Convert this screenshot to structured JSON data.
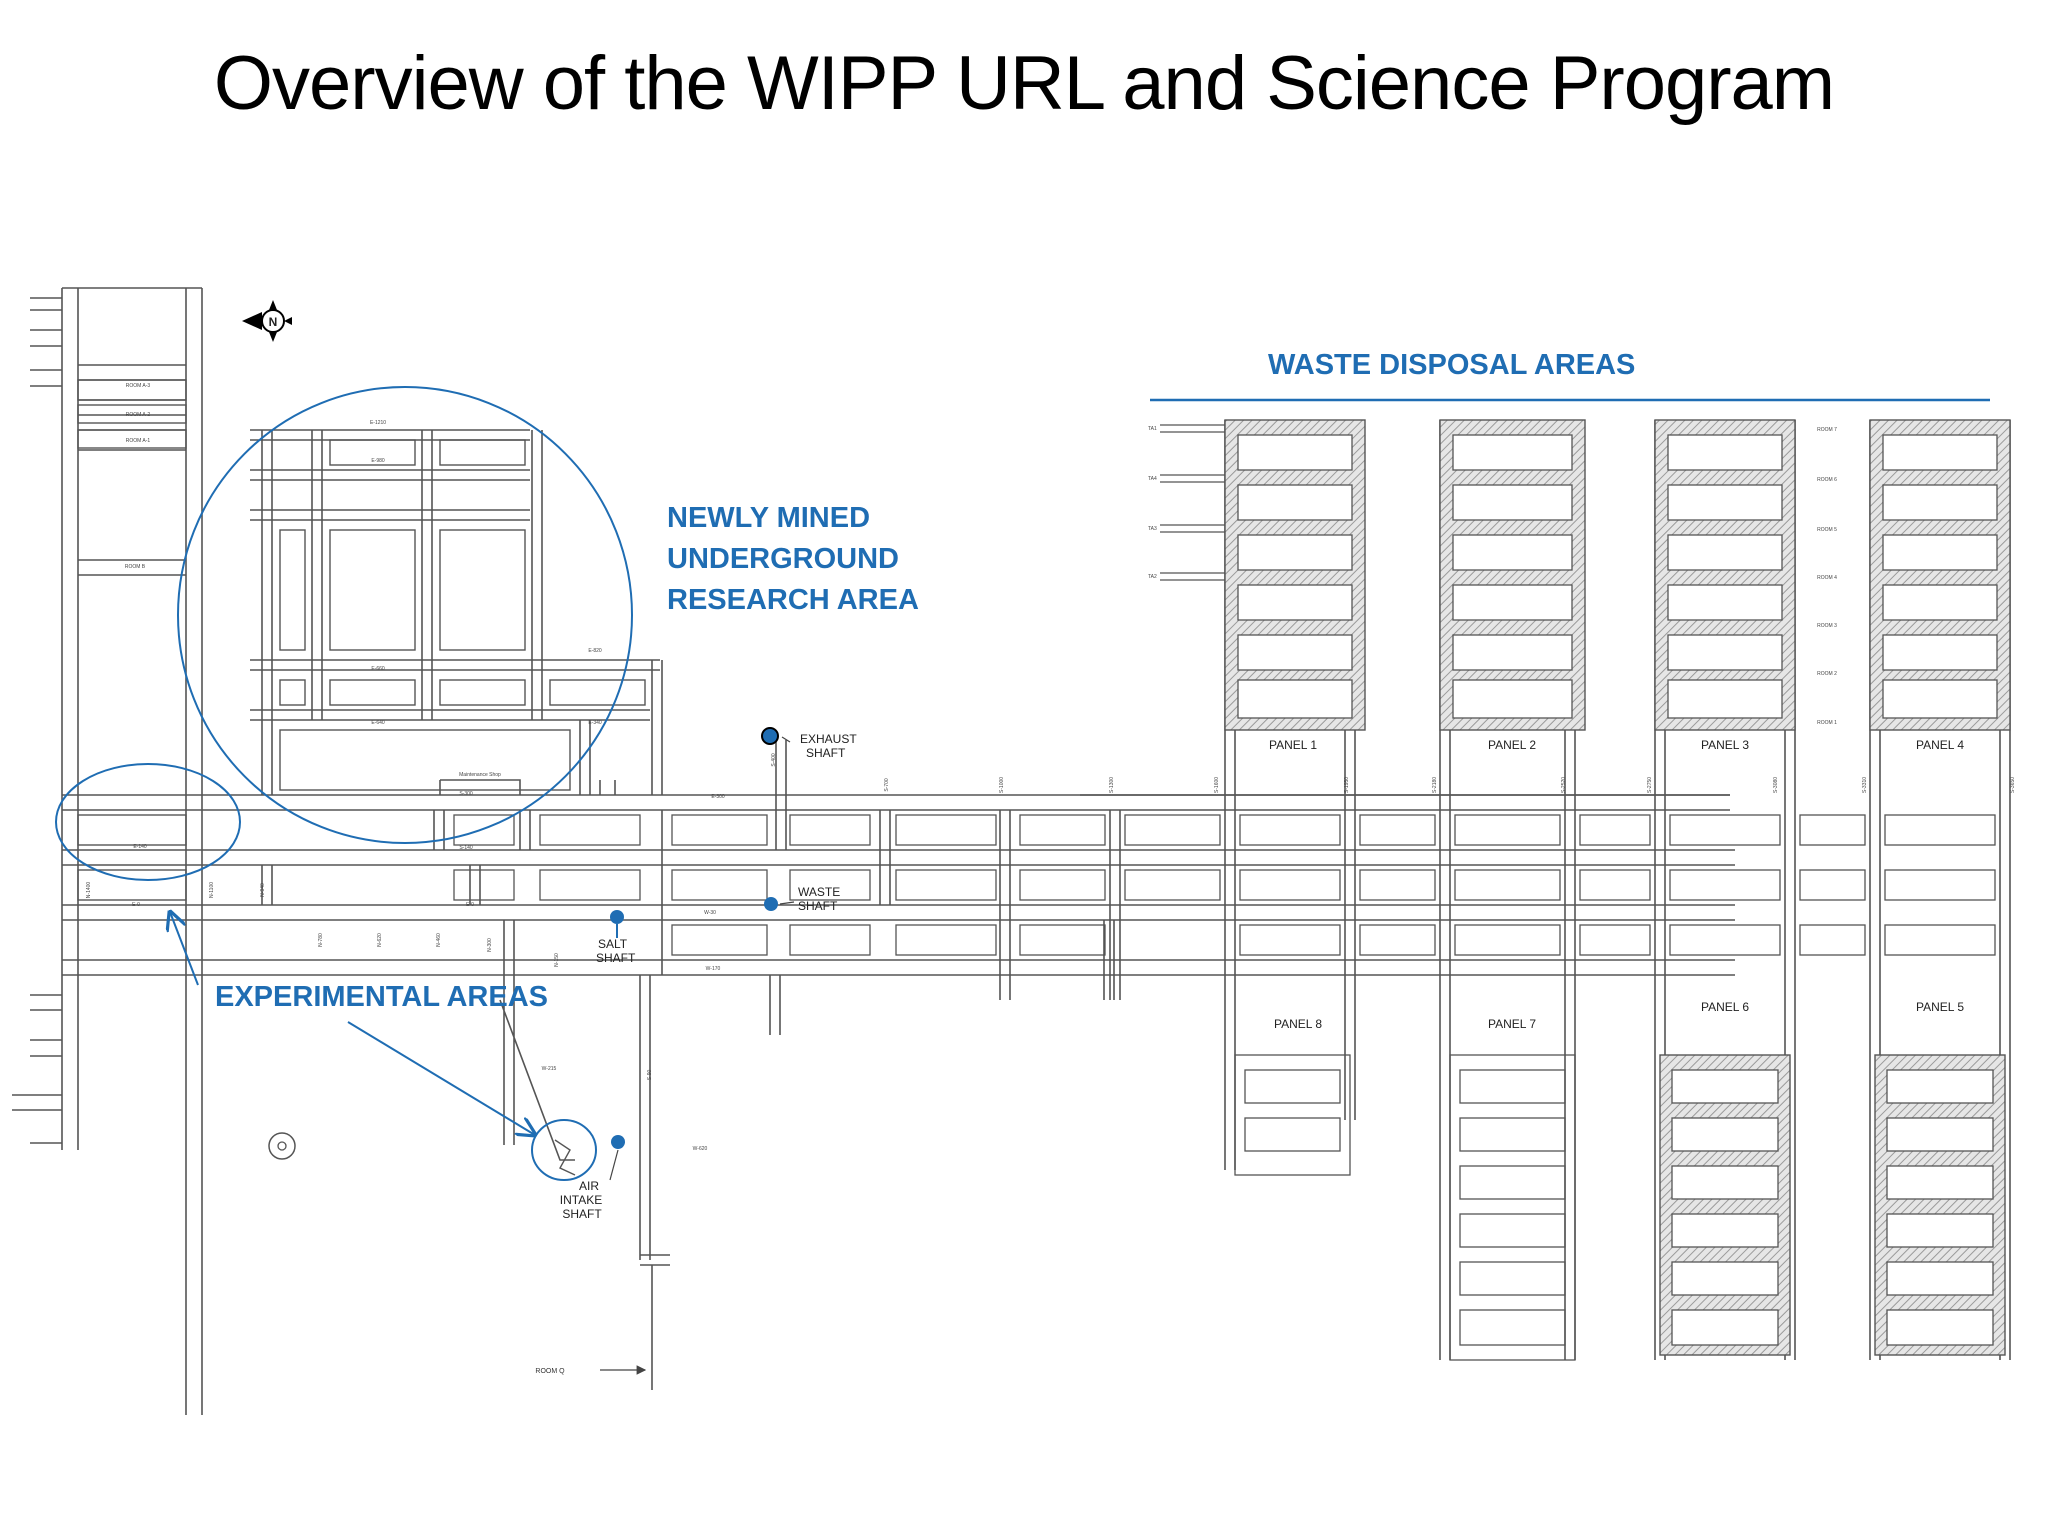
{
  "slide": {
    "title": "Overview of the WIPP URL and Science Program"
  },
  "callouts": {
    "waste_disposal": "WASTE DISPOSAL AREAS",
    "newly_mined_lines": [
      "NEWLY MINED",
      "UNDERGROUND",
      "RESEARCH AREA"
    ],
    "experimental": "EXPERIMENTAL AREAS"
  },
  "shafts": {
    "exhaust": [
      "EXHAUST",
      "SHAFT"
    ],
    "waste": [
      "WASTE",
      "SHAFT"
    ],
    "salt": [
      "SALT",
      "SHAFT"
    ],
    "air_intake": [
      "AIR",
      "INTAKE",
      "SHAFT"
    ]
  },
  "panels": {
    "panel1": "PANEL 1",
    "panel2": "PANEL 2",
    "panel3": "PANEL 3",
    "panel4": "PANEL 4",
    "panel5": "PANEL 5",
    "panel6": "PANEL 6",
    "panel7": "PANEL 7",
    "panel8": "PANEL 8"
  },
  "map_labels": {
    "room_a3": "ROOM A-3",
    "room_a2": "ROOM A-2",
    "room_a1": "ROOM A-1",
    "room_b": "ROOM B",
    "room_q": "ROOM Q",
    "maintenance": "Maintenance Shop",
    "e140": "E-140",
    "s140": "S-140",
    "e300": "E-300",
    "s300": "S-300",
    "e0": "E-0",
    "w30": "W-30",
    "w170": "W-170",
    "n780": "N-780",
    "n620": "N-620",
    "n460": "N-460",
    "n300": "N-300",
    "n150": "N-150",
    "n1100": "N-1100",
    "n1400": "N-1400",
    "n940": "N-940",
    "s90": "S-90",
    "s400": "S-400",
    "s700": "S-700",
    "s1000": "S-1000",
    "s1300": "S-1300",
    "s1600": "S-1600",
    "s1950": "S-1950",
    "s2180": "S-2180",
    "s2520": "S-2520",
    "s2750": "S-2750",
    "s3080": "S-3080",
    "s3310": "S-3310",
    "s3650": "S-3650",
    "w215": "W-215",
    "w620": "W-620",
    "e1210": "E-1210",
    "e980": "E-980",
    "e660": "E-660",
    "e640": "E-640",
    "e340": "E-340",
    "e820": "E-820",
    "e0b": "E-0",
    "room_7": "ROOM 7",
    "room_6": "ROOM 6",
    "room_5": "ROOM 5",
    "room_4": "ROOM 4",
    "room_3": "ROOM 3",
    "room_2": "ROOM 2",
    "room_1": "ROOM 1",
    "ta1": "TA1",
    "ta4": "TA4",
    "ta3": "TA3",
    "ta2": "TA2",
    "north": "N"
  },
  "colors": {
    "accent_blue": "#1f6db3",
    "line": "#555555",
    "hatch": "#9a9a9a"
  }
}
